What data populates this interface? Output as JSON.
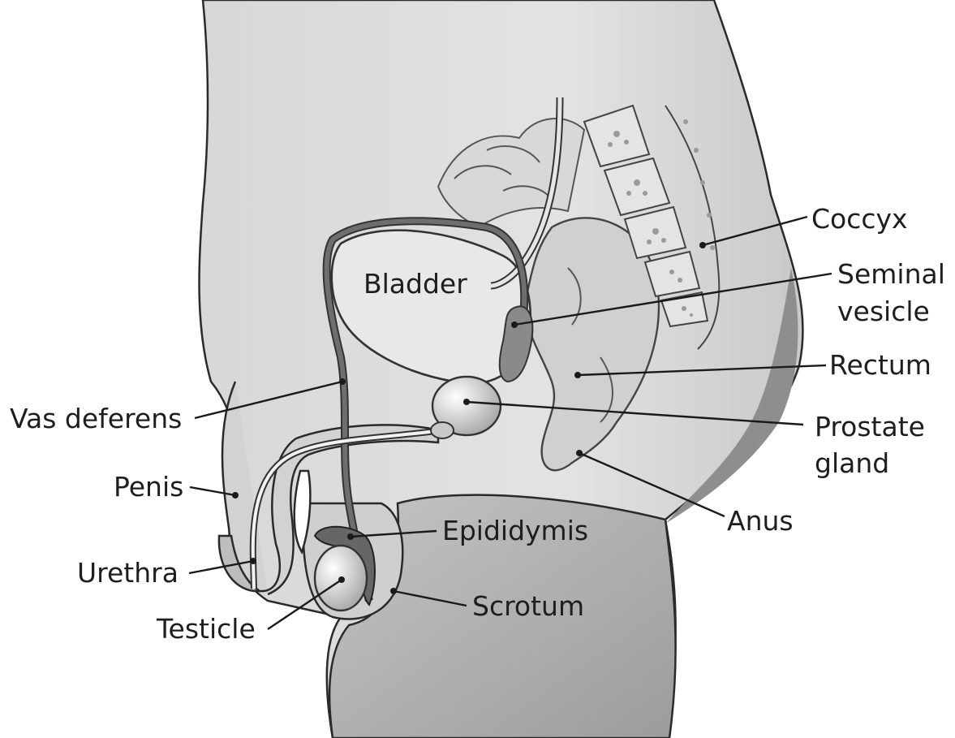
{
  "diagram": {
    "labels": {
      "coccyx": "Coccyx",
      "seminal_vesicle_line1": "Seminal",
      "seminal_vesicle_line2": "vesicle",
      "rectum": "Rectum",
      "prostate_line1": "Prostate",
      "prostate_line2": "gland",
      "anus": "Anus",
      "bladder": "Bladder",
      "vas_deferens": "Vas deferens",
      "penis": "Penis",
      "epididymis": "Epididymis",
      "urethra": "Urethra",
      "scrotum": "Scrotum",
      "testicle": "Testicle"
    },
    "colors": {
      "body_fill": "#dcdcdc",
      "body_shadow": "#a9a9a9",
      "organ_fill": "#e6e6e6",
      "dark_tube": "#6e6e6e",
      "line": "#1a1a1a"
    }
  }
}
